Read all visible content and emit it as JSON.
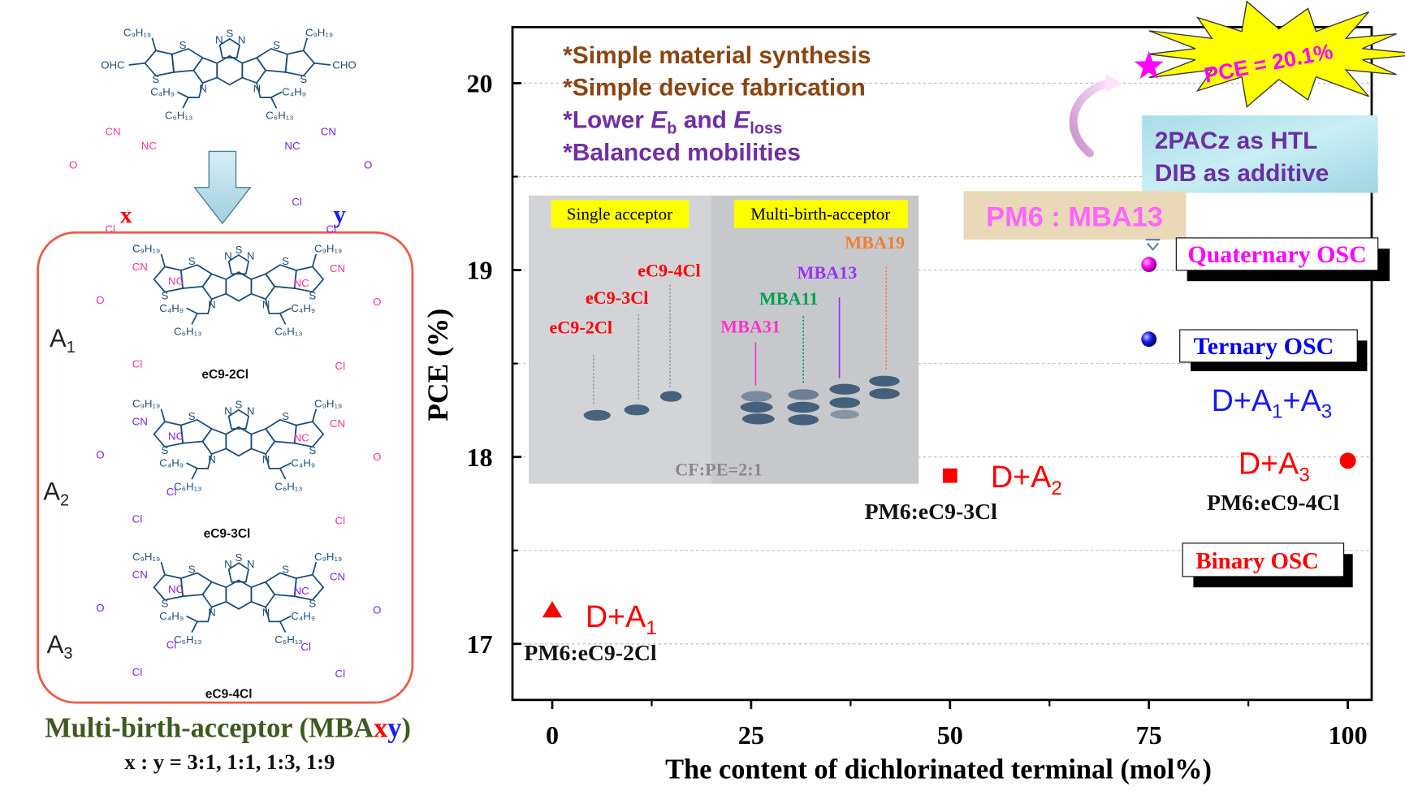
{
  "chem": {
    "c9h19": "C₉H₁₉",
    "c4h9": "C₄H₉",
    "c6h13": "C₆H₁₃",
    "s": "S",
    "n": "N",
    "ohc": "OHC",
    "cho": "CHO",
    "cn": "CN",
    "nc": "NC",
    "o": "O",
    "cl": "Cl",
    "x": "x",
    "y": "y",
    "acceptors": [
      {
        "label": "A",
        "sub": "1",
        "name": "eC9-2Cl"
      },
      {
        "label": "A",
        "sub": "2",
        "name": "eC9-3Cl"
      },
      {
        "label": "A",
        "sub": "3",
        "name": "eC9-4Cl"
      }
    ],
    "title_main": "Multi-birth-acceptor (MBA",
    "title_x": "x",
    "title_y": "y",
    "title_end": ")",
    "ratio": "x : y = 3:1,  1:1,  1:3,  1:9"
  },
  "highlights": [
    {
      "text": "*Simple material synthesis"
    },
    {
      "text": "*Simple device fabrication"
    },
    {
      "pre": "*Lower ",
      "e1": "E",
      "s1": "b",
      "mid": " and ",
      "e2": "E",
      "s2": "loss"
    },
    {
      "text": "*Balanced mobilities"
    }
  ],
  "gel": {
    "single_label": "Single acceptor",
    "multi_label": "Multi-birth-acceptor",
    "lanes_single": [
      "eC9-2Cl",
      "eC9-3Cl",
      "eC9-4Cl"
    ],
    "lanes_multi": [
      "MBA31",
      "MBA11",
      "MBA13",
      "MBA19"
    ],
    "solvent": "CF:PE=2:1",
    "colors": {
      "single": "#ff0000",
      "MBA31": "#ff33cc",
      "MBA11": "#00a050",
      "MBA13": "#9933ff",
      "MBA19": "#f08030"
    }
  },
  "annotations": {
    "pce_burst": "PCE = 20.1%",
    "htl_line1": "2PACz as HTL",
    "htl_line2": "DIB as additive",
    "blend_box": "PM6 : MBA13",
    "quaternary": "Quaternary OSC",
    "ternary": "Ternary OSC",
    "binary": "Binary OSC",
    "da1": {
      "main": "D+A",
      "sub": "1",
      "blend": "PM6:eC9-2Cl"
    },
    "da2": {
      "main": "D+A",
      "sub": "2",
      "blend": "PM6:eC9-3Cl"
    },
    "da3": {
      "main": "D+A",
      "sub": "3",
      "blend": "PM6:eC9-4Cl"
    },
    "da13": {
      "a": "D+A",
      "s1": "1",
      "b": "+A",
      "s3": "3"
    }
  },
  "chart_data": {
    "type": "scatter",
    "title": "",
    "xlabel": "The content of dichlorinated terminal  (mol%)",
    "ylabel": "PCE (%)",
    "xlim": [
      -5,
      103
    ],
    "ylim": [
      16.7,
      20.3
    ],
    "xticks": [
      0,
      25,
      50,
      75,
      100
    ],
    "xminor": [
      12.5,
      37.5,
      62.5,
      87.5
    ],
    "yticks": [
      17,
      18,
      19,
      20
    ],
    "yminor": [
      17.5,
      18.5,
      19.5
    ],
    "grid": true,
    "series": [
      {
        "name": "D+A1",
        "x": 0,
        "y": 17.18,
        "marker": "triangle",
        "color": "#ff0000"
      },
      {
        "name": "D+A2",
        "x": 50,
        "y": 17.9,
        "marker": "square",
        "color": "#ff0000"
      },
      {
        "name": "D+A3",
        "x": 100,
        "y": 17.98,
        "marker": "circle",
        "color": "#ff0000"
      },
      {
        "name": "D+A1+A3",
        "x": 75,
        "y": 18.63,
        "marker": "sphere",
        "color": "#0000ee"
      },
      {
        "name": "PM6 : MBA13 quaternary",
        "x": 75,
        "y": 19.03,
        "marker": "sphere",
        "color": "#ff00ff"
      },
      {
        "name": "PM6 : MBA13 optimized",
        "x": 75,
        "y": 20.1,
        "marker": "star",
        "color": "#ff00ff"
      }
    ]
  }
}
